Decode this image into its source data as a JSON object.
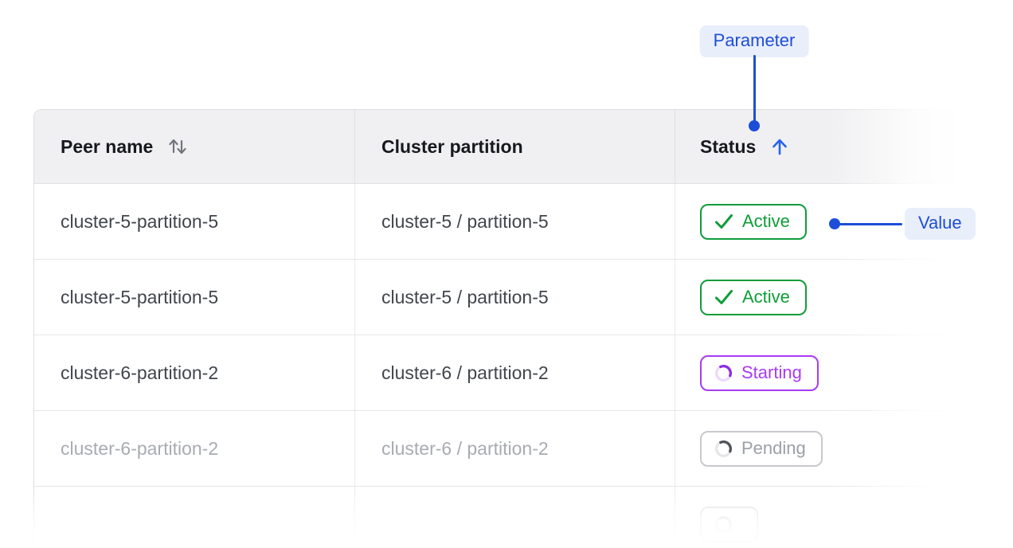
{
  "annotations": {
    "parameter": {
      "label": "Parameter"
    },
    "value": {
      "label": "Value"
    },
    "accent_blue": "#1d4ed8",
    "pill_bg": "#e9eefb"
  },
  "table": {
    "columns": [
      {
        "label": "Peer name",
        "sort": "unsorted"
      },
      {
        "label": "Cluster partition",
        "sort": "none"
      },
      {
        "label": "Status",
        "sort": "ascending"
      }
    ],
    "rows": [
      {
        "peer_name": "cluster-5-partition-5",
        "cluster_partition": "cluster-5 / partition-5",
        "status": {
          "label": "Active",
          "state": "active"
        },
        "faded": false,
        "partial": false
      },
      {
        "peer_name": "cluster-5-partition-5",
        "cluster_partition": "cluster-5 / partition-5",
        "status": {
          "label": "Active",
          "state": "active"
        },
        "faded": false,
        "partial": false
      },
      {
        "peer_name": "cluster-6-partition-2",
        "cluster_partition": "cluster-6 / partition-2",
        "status": {
          "label": "Starting",
          "state": "starting"
        },
        "faded": false,
        "partial": false
      },
      {
        "peer_name": "cluster-6-partition-2",
        "cluster_partition": "cluster-6 / partition-2",
        "status": {
          "label": "Pending",
          "state": "pending"
        },
        "faded": true,
        "partial": false
      },
      {
        "peer_name": "",
        "cluster_partition": "",
        "status": {
          "label": "",
          "state": "pending"
        },
        "faded": true,
        "partial": true
      }
    ]
  },
  "colors": {
    "active_green": "#0f9d39",
    "starting_purple": "#a83bf5",
    "pending_gray": "#9ba0a8",
    "header_bg": "#f0f0f2",
    "border_gray": "#e0e1e4",
    "cell_text": "#41454d",
    "faded_text": "#a8abb1",
    "sort_icon_gray": "#71757d",
    "sort_arrow_blue": "#2563eb"
  }
}
